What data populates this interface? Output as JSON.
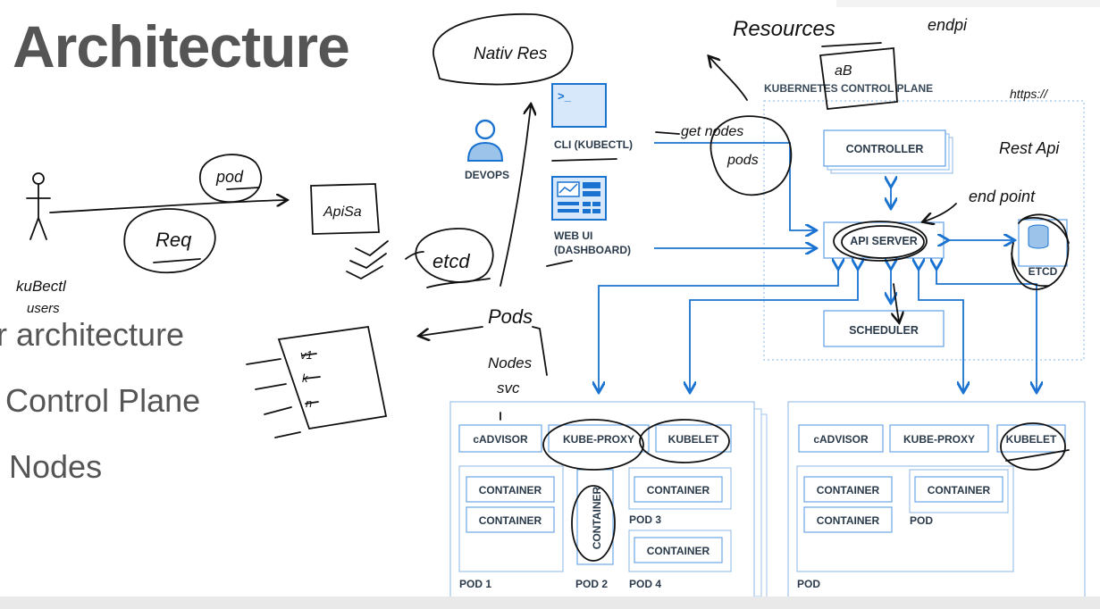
{
  "slide": {
    "title": "Architecture",
    "bullets": [
      "r architecture",
      "Control Plane",
      "Nodes"
    ]
  },
  "diagram": {
    "control_plane_label": "KUBERNETES CONTROL PLANE",
    "devops_label": "DEVOPS",
    "cli_label": "CLI (KUBECTL)",
    "webui_label_1": "WEB UI",
    "webui_label_2": "(DASHBOARD)",
    "cli_icon_text": ">_",
    "controller": "CONTROLLER",
    "api_server": "API SERVER",
    "scheduler": "SCHEDULER",
    "etcd": "ETCD",
    "node1": {
      "cadvisor": "cADVISOR",
      "kube_proxy": "KUBE-PROXY",
      "kubelet": "KUBELET",
      "container": "CONTAINER",
      "pod1": "POD 1",
      "pod2": "POD 2",
      "pod3": "POD 3",
      "pod4": "POD 4"
    },
    "node2": {
      "cadvisor": "cADVISOR",
      "kube_proxy": "KUBE-PROXY",
      "kubelet": "KUBELET",
      "container": "CONTAINER",
      "pod_small": "POD",
      "pod_big": "POD"
    }
  },
  "annotations": {
    "native_res": "Nativ Res",
    "resources": "Resources",
    "endpoint_top": "endpi",
    "ab": "aB",
    "https": "https://",
    "rest_api": "Rest Api",
    "end_point": "end point",
    "get_nodes": "get nodes",
    "pods_circle": "pods",
    "pod_circle": "pod",
    "req": "Req",
    "api_server_note": "ApiSa",
    "etcd_note": "etcd",
    "kubectl_users_1": "kuBectl",
    "kubectl_users_2": "users",
    "pods_list_1": "Pods",
    "pods_list_2": "Nodes",
    "pods_list_3": "svc",
    "paper_1": "v1",
    "paper_2": "k",
    "paper_3": "n"
  },
  "colors": {
    "blue": "#1a73d1",
    "box_border": "#6aa6e6",
    "box_text": "#2a3a4a",
    "slide_text": "#555555",
    "ink": "#111111"
  }
}
